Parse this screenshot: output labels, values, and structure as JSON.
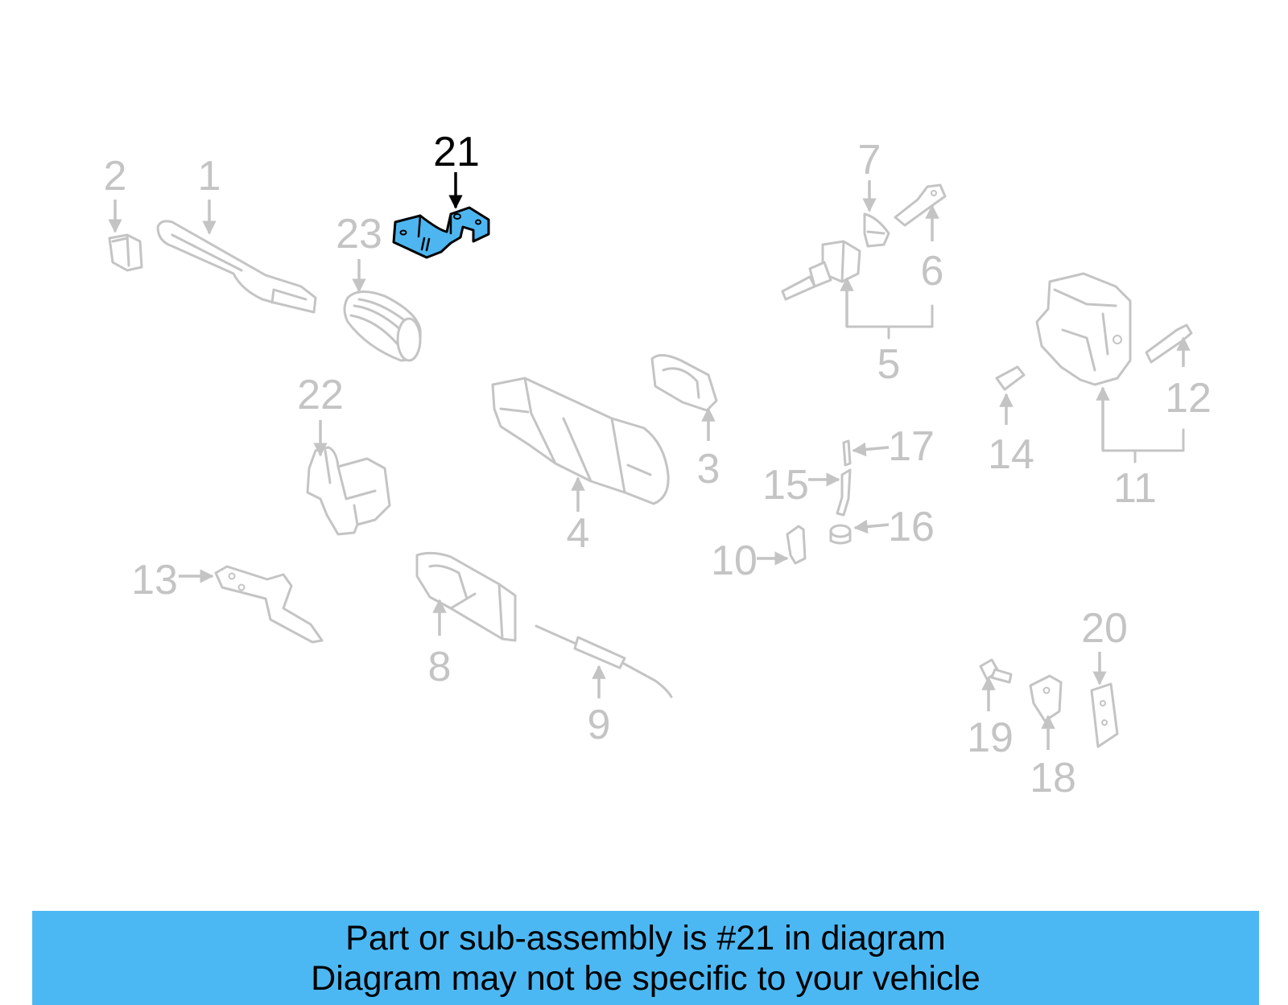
{
  "diagram": {
    "highlighted_part": "21",
    "highlight_color": "#4db6f0",
    "inactive_color": "#c4c4c4",
    "callouts": [
      "21",
      "2",
      "1",
      "23",
      "7",
      "6",
      "5",
      "22",
      "3",
      "4",
      "11",
      "12",
      "14",
      "17",
      "15",
      "16",
      "10",
      "13",
      "8",
      "9",
      "20",
      "19",
      "18"
    ]
  },
  "banner": {
    "color": "#4cb8f3",
    "line1": "Part or sub-assembly is #21 in diagram",
    "line2": "Diagram may not be specific to your vehicle"
  }
}
